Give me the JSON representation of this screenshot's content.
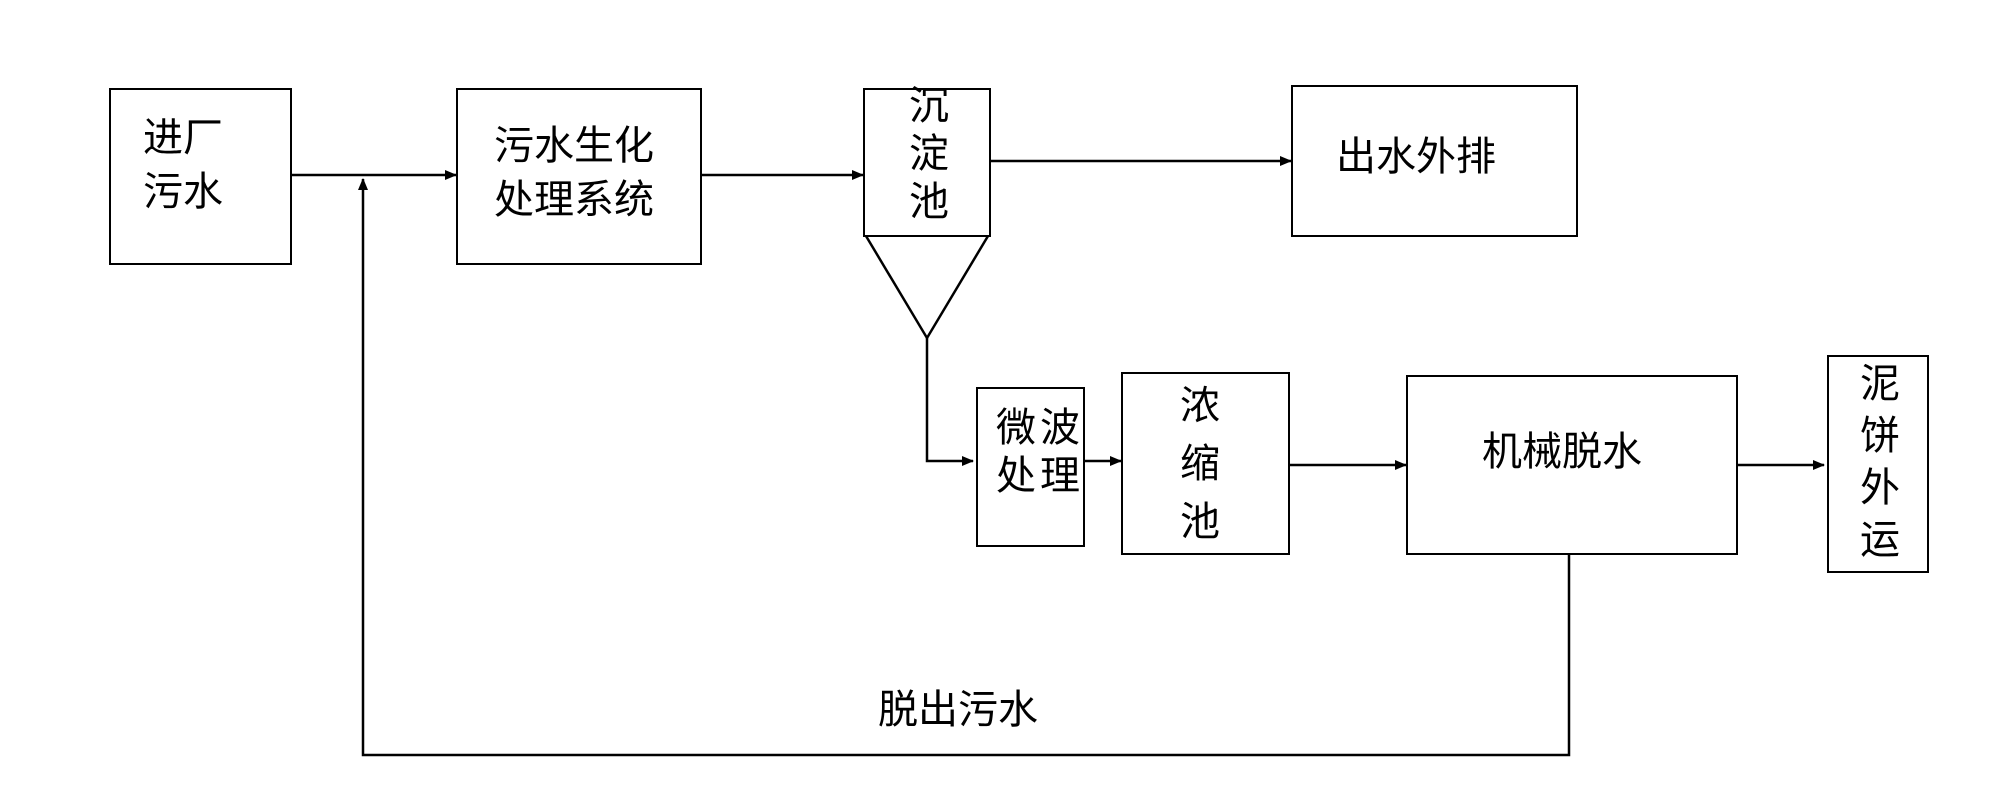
{
  "nodes": {
    "inflow": {
      "line1": "进厂",
      "line2": "污水"
    },
    "biochem": {
      "line1": "污水生化",
      "line2": "处理系统"
    },
    "settling": {
      "label": "沉淀池"
    },
    "effluent": {
      "label": "出水外排"
    },
    "microwave": {
      "col1": "微处",
      "col2": "波理"
    },
    "thickener": {
      "label": "浓缩池"
    },
    "dewatering": {
      "label": "机械脱水"
    },
    "sludge": {
      "label": "泥饼外运"
    }
  },
  "edges": {
    "recycle_label": "脱出污水"
  }
}
